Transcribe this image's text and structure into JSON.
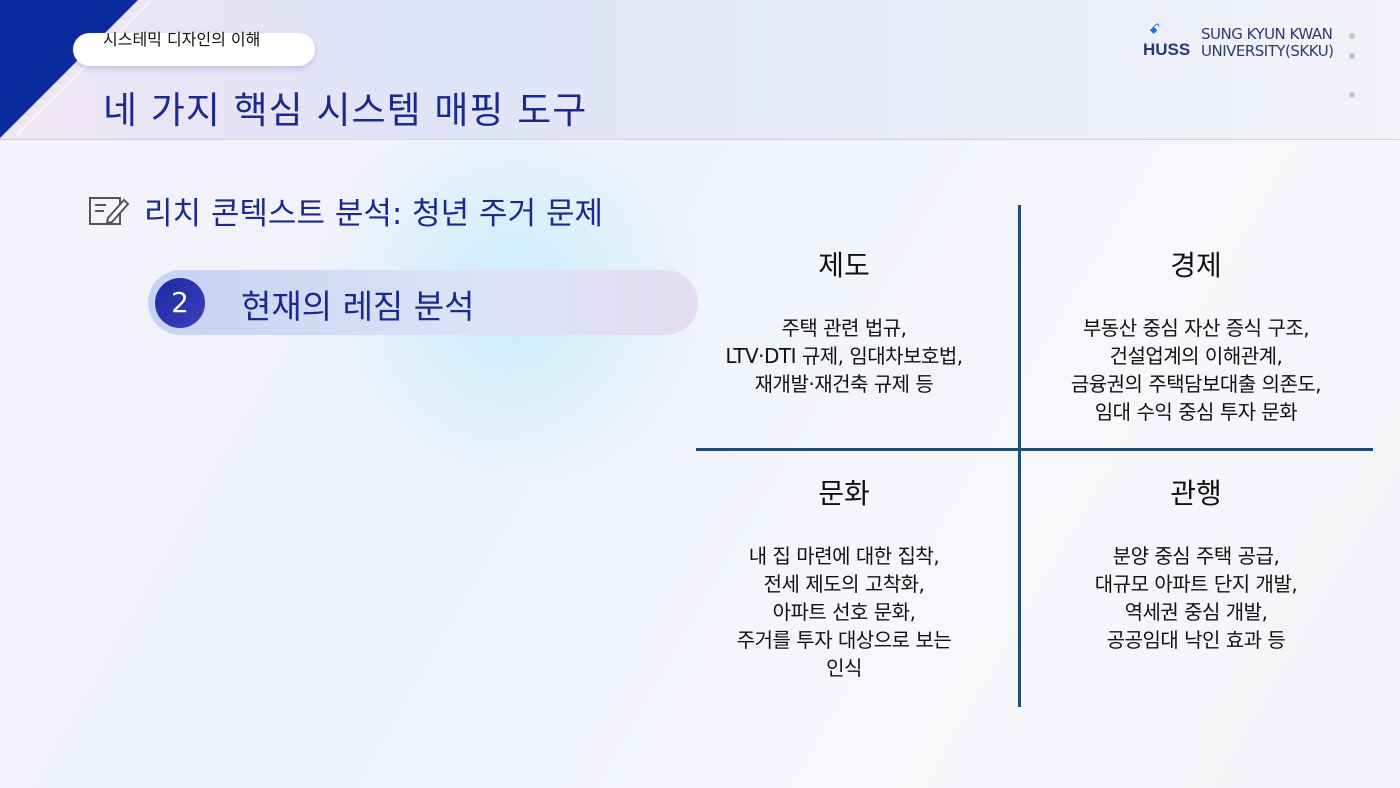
{
  "header": {
    "tag": "시스테믹 디자인의 이해",
    "title": "네 가지 핵심 시스템 매핑 도구"
  },
  "logo": {
    "mark": "HUSS",
    "university": "SUNG KYUN KWAN\nUNIVERSITY(SKKU)"
  },
  "subheading": {
    "icon": "edit-note-icon",
    "text": "리치 콘텍스트 분석: 청년 주거 문제"
  },
  "step": {
    "number": "2",
    "label": "현재의 레짐 분석"
  },
  "quadrants": [
    {
      "title": "제도",
      "body": "주택 관련 법규,\nLTV·DTI 규제, 임대차보호법,\n재개발·재건축 규제 등"
    },
    {
      "title": "경제",
      "body": "부동산 중심 자산 증식 구조,\n건설업계의 이해관계,\n금융권의 주택담보대출 의존도,\n임대 수익 중심 투자 문화"
    },
    {
      "title": "문화",
      "body": "내 집 마련에 대한 집착,\n전세 제도의 고착화,\n아파트 선호 문화,\n주거를 투자 대상으로 보는\n인식"
    },
    {
      "title": "관행",
      "body": "분양 중심 주택 공급,\n대규모 아파트 단지 개발,\n역세권 중심 개발,\n공공임대 낙인 효과 등"
    }
  ]
}
